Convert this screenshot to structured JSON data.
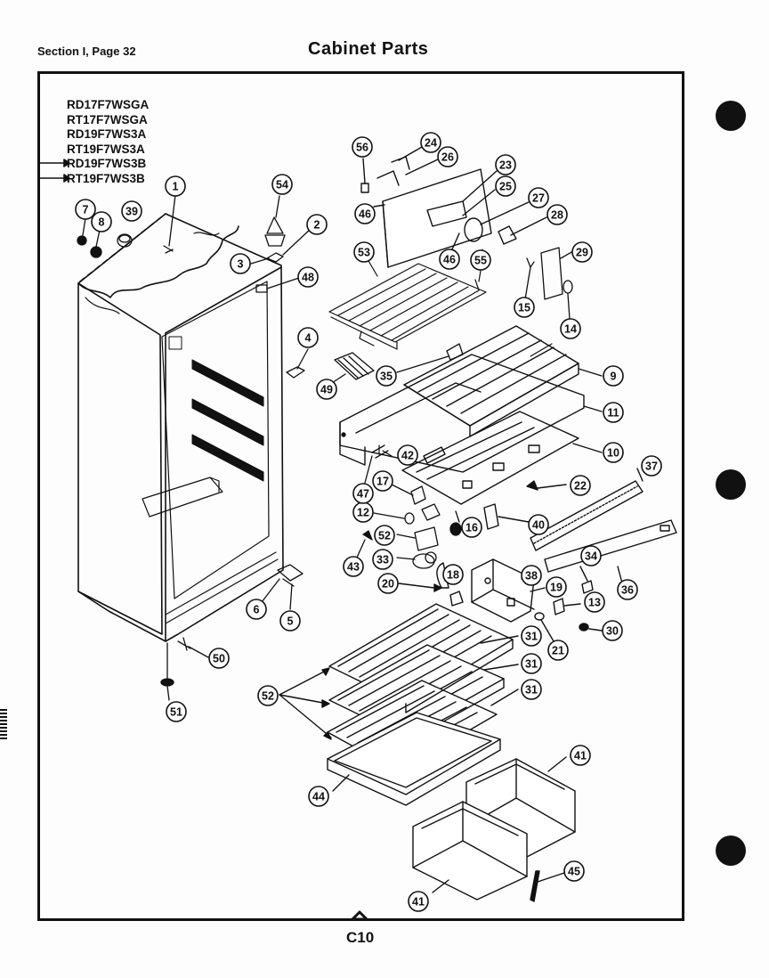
{
  "header": {
    "section_page": "Section I, Page 32",
    "title": "Cabinet Parts"
  },
  "models": [
    "RD17F7WSGA",
    "RT17F7WSGA",
    "RD19F7WS3A",
    "RT19F7WS3A",
    "RD19F7WS3B",
    "RT19F7WS3B"
  ],
  "models_arrowed": [
    4,
    5
  ],
  "footer": {
    "page_code": "C10"
  },
  "callouts": [
    {
      "id": "c1",
      "label": "1"
    },
    {
      "id": "c2",
      "label": "2"
    },
    {
      "id": "c3",
      "label": "3"
    },
    {
      "id": "c4",
      "label": "4"
    },
    {
      "id": "c5",
      "label": "5"
    },
    {
      "id": "c6",
      "label": "6"
    },
    {
      "id": "c7",
      "label": "7"
    },
    {
      "id": "c8",
      "label": "8"
    },
    {
      "id": "c9",
      "label": "9"
    },
    {
      "id": "c10",
      "label": "10"
    },
    {
      "id": "c11",
      "label": "11"
    },
    {
      "id": "c12",
      "label": "12"
    },
    {
      "id": "c13",
      "label": "13"
    },
    {
      "id": "c14",
      "label": "14"
    },
    {
      "id": "c15",
      "label": "15"
    },
    {
      "id": "c16",
      "label": "16"
    },
    {
      "id": "c17",
      "label": "17"
    },
    {
      "id": "c18",
      "label": "18"
    },
    {
      "id": "c19",
      "label": "19"
    },
    {
      "id": "c20",
      "label": "20"
    },
    {
      "id": "c21",
      "label": "21"
    },
    {
      "id": "c22",
      "label": "22"
    },
    {
      "id": "c23",
      "label": "23"
    },
    {
      "id": "c24",
      "label": "24"
    },
    {
      "id": "c25",
      "label": "25"
    },
    {
      "id": "c26",
      "label": "26"
    },
    {
      "id": "c27",
      "label": "27"
    },
    {
      "id": "c28",
      "label": "28"
    },
    {
      "id": "c29",
      "label": "29"
    },
    {
      "id": "c30",
      "label": "30"
    },
    {
      "id": "c31a",
      "label": "31"
    },
    {
      "id": "c31b",
      "label": "31"
    },
    {
      "id": "c31c",
      "label": "31"
    },
    {
      "id": "c33",
      "label": "33"
    },
    {
      "id": "c34",
      "label": "34"
    },
    {
      "id": "c35",
      "label": "35"
    },
    {
      "id": "c36",
      "label": "36"
    },
    {
      "id": "c37",
      "label": "37"
    },
    {
      "id": "c38",
      "label": "38"
    },
    {
      "id": "c39",
      "label": "39"
    },
    {
      "id": "c40",
      "label": "40"
    },
    {
      "id": "c41a",
      "label": "41"
    },
    {
      "id": "c41b",
      "label": "41"
    },
    {
      "id": "c42",
      "label": "42"
    },
    {
      "id": "c43",
      "label": "43"
    },
    {
      "id": "c44",
      "label": "44"
    },
    {
      "id": "c45",
      "label": "45"
    },
    {
      "id": "c46a",
      "label": "46"
    },
    {
      "id": "c46b",
      "label": "46"
    },
    {
      "id": "c47",
      "label": "47"
    },
    {
      "id": "c48",
      "label": "48"
    },
    {
      "id": "c49",
      "label": "49"
    },
    {
      "id": "c50",
      "label": "50"
    },
    {
      "id": "c51",
      "label": "51"
    },
    {
      "id": "c52a",
      "label": "52"
    },
    {
      "id": "c52b",
      "label": "52"
    },
    {
      "id": "c53",
      "label": "53"
    },
    {
      "id": "c54",
      "label": "54"
    },
    {
      "id": "c55",
      "label": "55"
    },
    {
      "id": "c56",
      "label": "56"
    }
  ]
}
